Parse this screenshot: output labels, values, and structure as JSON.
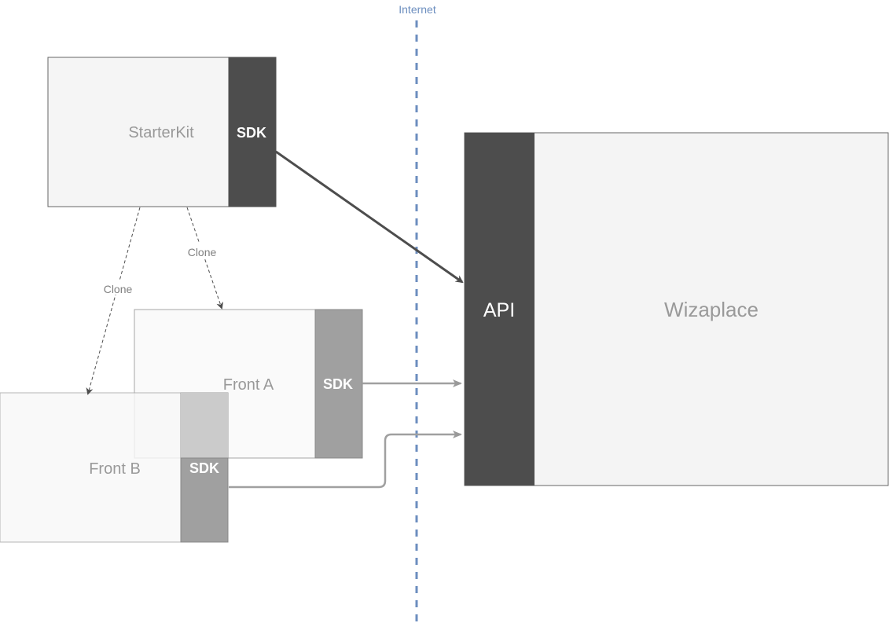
{
  "boundary": {
    "label": "Internet",
    "color": "#6c8ebf"
  },
  "starterkit": {
    "label": "StarterKit",
    "sdk_label": "SDK"
  },
  "front_a": {
    "label": "Front A",
    "sdk_label": "SDK"
  },
  "front_b": {
    "label": "Front B",
    "sdk_label": "SDK"
  },
  "wizaplace": {
    "label": "Wizaplace",
    "api_label": "API"
  },
  "edges": {
    "clone_a": "Clone",
    "clone_b": "Clone"
  },
  "colors": {
    "dark": "#4d4d4d",
    "mid": "#a0a0a0",
    "box_fill": "#f5f5f5",
    "front_fill": "#fafafa",
    "label_gray": "#999999"
  }
}
